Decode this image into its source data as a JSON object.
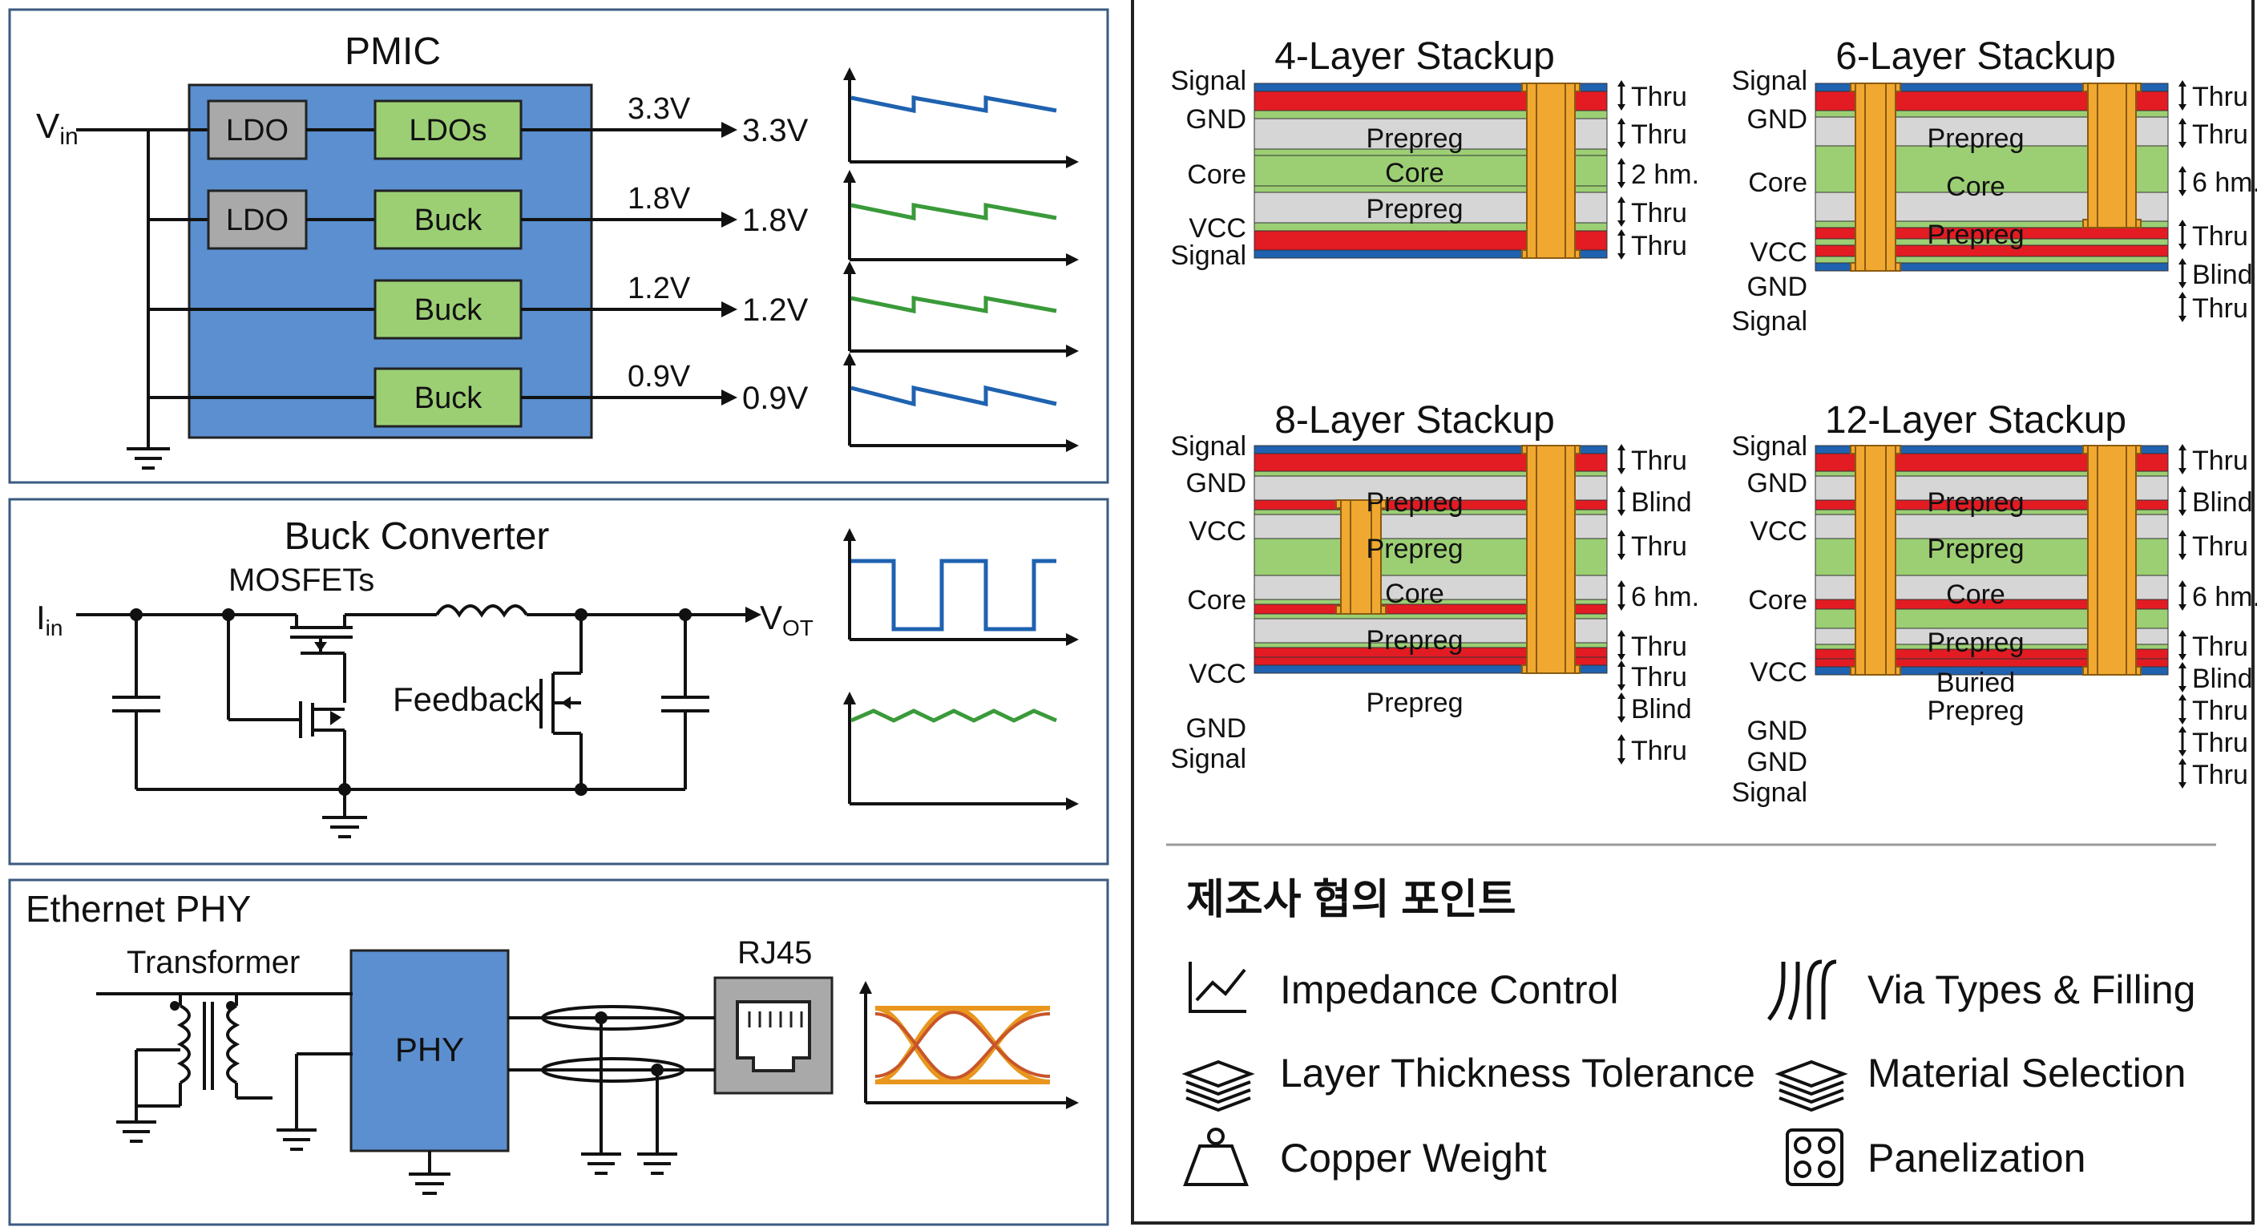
{
  "colors": {
    "border": "#3b5a80",
    "blue_block": "#5b8fcf",
    "green_block": "#9ccf74",
    "gray_block": "#a9a9a9",
    "layer_signal": "#1f62b0",
    "layer_gnd": "#e31b23",
    "layer_green": "#9ccf74",
    "layer_prepreg": "#d6d6d6",
    "via": "#f0a830",
    "wave_blue": "#1f62b0",
    "wave_green": "#3a9a3a"
  },
  "pmic": {
    "title": "PMIC",
    "vin_label": "Vin",
    "ldo_labels": [
      "LDO",
      "LDO"
    ],
    "regulators": [
      "LDOs",
      "Buck",
      "Buck",
      "Buck"
    ],
    "out_labels": [
      "3.3V",
      "1.8V",
      "1.2V",
      "0.9V"
    ],
    "out_values": [
      "3.3V",
      "1.8V",
      "1.2V",
      "0.9V"
    ]
  },
  "buck": {
    "title": "Buck Converter",
    "mosfets_label": "MOSFETs",
    "in_label": "Iin",
    "out_label": "VOT",
    "feedback_label": "Feedback"
  },
  "phy": {
    "title": "Ethernet PHY",
    "transformer_label": "Transformer",
    "phy_label": "PHY",
    "rj45_label": "RJ45"
  },
  "stackups": [
    {
      "title": "4-Layer Stackup",
      "left_labels": [
        "Signal",
        "GND",
        "Core",
        "VCC",
        "Signal"
      ],
      "mid_labels": [
        "Prepreg",
        "Core",
        "Prepreg"
      ],
      "right_labels": [
        "Thru",
        "Thru",
        "2 hm.",
        "Thru",
        "Thru"
      ]
    },
    {
      "title": "6-Layer Stackup",
      "left_labels": [
        "Signal",
        "GND",
        "Core",
        "VCC",
        "GND",
        "Signal"
      ],
      "mid_labels": [
        "Prepreg",
        "Core",
        "Prepreg"
      ],
      "right_labels": [
        "Thru",
        "Thru",
        "6 hm.",
        "Thru",
        "Blind",
        "Thru"
      ]
    },
    {
      "title": "8-Layer Stackup",
      "left_labels": [
        "Signal",
        "GND",
        "VCC",
        "Core",
        "VCC",
        "GND",
        "Signal"
      ],
      "mid_labels": [
        "Prepreg",
        "Prepreg",
        "Core",
        "Prepreg",
        "Prepreg"
      ],
      "right_labels": [
        "Thru",
        "Blind",
        "Thru",
        "6 hm.",
        "Thru",
        "Thru",
        "Blind",
        "Thru"
      ]
    },
    {
      "title": "12-Layer Stackup",
      "left_labels": [
        "Signal",
        "GND",
        "VCC",
        "Core",
        "VCC",
        "GND",
        "GND",
        "Signal"
      ],
      "mid_labels": [
        "Prepreg",
        "Prepreg",
        "Core",
        "Prepreg",
        "Buried",
        "Prepreg"
      ],
      "right_labels": [
        "Thru",
        "Blind",
        "Thru",
        "6 hm.",
        "Thru",
        "Blind",
        "Thru",
        "Thru",
        "Thru"
      ]
    }
  ],
  "discussion": {
    "title": "제조사 협의 포인트",
    "items": [
      {
        "label": "Impedance Control",
        "icon": "impedance-chart-icon"
      },
      {
        "label": "Via Types & Filling",
        "icon": "via-icon"
      },
      {
        "label": "Layer Thickness Tolerance",
        "icon": "layers-icon"
      },
      {
        "label": "Material Selection",
        "icon": "layers-icon"
      },
      {
        "label": "Copper Weight",
        "icon": "weight-icon"
      },
      {
        "label": "Panelization",
        "icon": "panel-grid-icon"
      }
    ]
  }
}
